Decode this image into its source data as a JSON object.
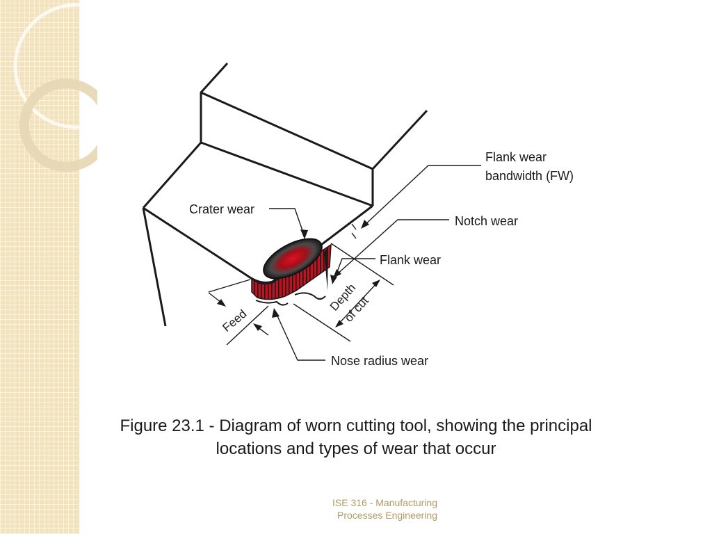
{
  "diagram": {
    "labels": {
      "flank_wear_bandwidth": [
        "Flank wear",
        "bandwidth (FW)"
      ],
      "notch_wear": "Notch wear",
      "crater_wear": "Crater wear",
      "flank_wear": "Flank wear",
      "depth_of_cut": [
        "Depth",
        "of cut"
      ],
      "feed": "Feed",
      "nose_radius_wear": "Nose radius wear"
    },
    "colors": {
      "wear_red": "#c1121f",
      "crater_dark": "#2a2a2a",
      "line": "#1a1a1a"
    }
  },
  "caption": {
    "line1": "Figure 23.1 - Diagram of worn cutting tool, showing the principal",
    "line2": "locations and types of wear that occur"
  },
  "footer": {
    "line1": "ISE 316  -  Manufacturing",
    "line2": "Processes Engineering"
  }
}
